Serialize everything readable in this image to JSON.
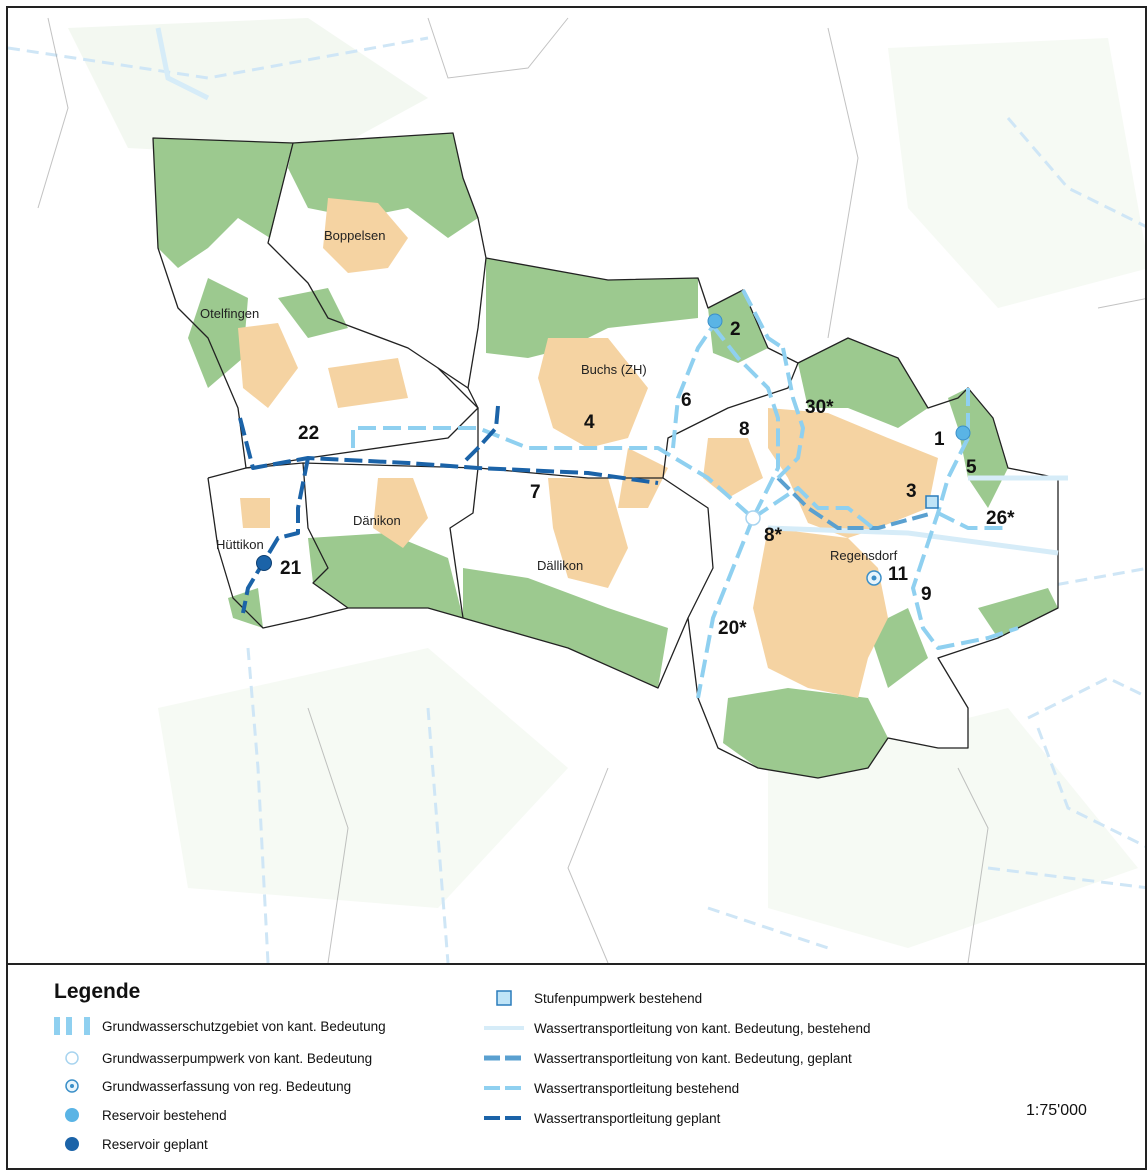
{
  "places": {
    "otelfingen": "Otelfingen",
    "boppelsen": "Boppelsen",
    "buchs": "Buchs (ZH)",
    "daenikon": "Dänikon",
    "huettikon": "Hüttikon",
    "daellikon": "Dällikon",
    "regensdorf": "Regensdorf"
  },
  "numbers": {
    "n1": "1",
    "n2": "2",
    "n3": "3",
    "n4": "4",
    "n5": "5",
    "n6": "6",
    "n7": "7",
    "n8": "8",
    "n8s": "8*",
    "n9": "9",
    "n11": "11",
    "n20s": "20*",
    "n21": "21",
    "n22": "22",
    "n26s": "26*",
    "n30s": "30*"
  },
  "legend": {
    "title": "Legende",
    "items": [
      {
        "label": "Grundwasserschutzgebiet von kant. Bedeutung",
        "icon": "groundwater-protection-zone-icon"
      },
      {
        "label": "Grundwasserpumpwerk von kant. Bedeutung",
        "icon": "groundwater-pumping-station-icon"
      },
      {
        "label": "Grundwasserfassung von reg. Bedeutung",
        "icon": "groundwater-intake-icon"
      },
      {
        "label": "Reservoir bestehend",
        "icon": "reservoir-existing-icon"
      },
      {
        "label": "Reservoir geplant",
        "icon": "reservoir-planned-icon"
      },
      {
        "label": "Stufenpumpwerk bestehend",
        "icon": "booster-pump-station-icon"
      },
      {
        "label": "Wassertransportleitung von kant. Bedeutung, bestehend",
        "icon": "cantonal-pipeline-existing-icon"
      },
      {
        "label": "Wassertransportleitung von kant. Bedeutung, geplant",
        "icon": "cantonal-pipeline-planned-icon"
      },
      {
        "label": "Wassertransportleitung bestehend",
        "icon": "pipeline-existing-icon"
      },
      {
        "label": "Wassertransportleitung geplant",
        "icon": "pipeline-planned-icon"
      }
    ]
  },
  "scale": "1:75'000",
  "colors": {
    "forest": "#9cc98f",
    "settlement": "#f5d3a2",
    "pipeline_existing": "#8fd0f0",
    "pipeline_planned": "#1b63a8",
    "cantonal_planned": "#5aa0d0",
    "cantonal_existing": "#d6ecf8",
    "boundary": "#222222"
  }
}
